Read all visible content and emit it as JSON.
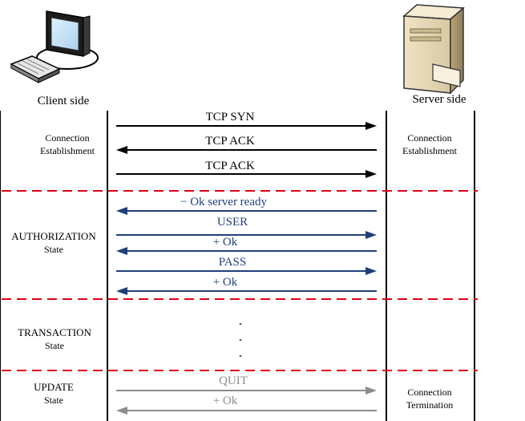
{
  "sides": {
    "client_label": "Client side",
    "server_label": "Server side"
  },
  "icons": {
    "client": "desktop-computer-icon",
    "server": "server-tower-icon"
  },
  "states": {
    "connection_client": {
      "line1": "Connection",
      "line2": "Establishment"
    },
    "connection_server": {
      "line1": "Connection",
      "line2": "Establishment"
    },
    "authorization": {
      "line1": "AUTHORIZATION",
      "line2": "State"
    },
    "transaction": {
      "line1": "TRANSACTION",
      "line2": "State"
    },
    "update": {
      "line1": "UPDATE",
      "line2": "State"
    },
    "termination": {
      "line1": "Connection",
      "line2": "Termination"
    }
  },
  "messages": [
    {
      "label": "TCP SYN",
      "direction": "to-server",
      "color": "#000000"
    },
    {
      "label": "TCP ACK",
      "direction": "to-client",
      "color": "#000000"
    },
    {
      "label": "TCP ACK",
      "direction": "to-server",
      "color": "#000000"
    },
    {
      "label": "− Ok server ready",
      "direction": "to-client",
      "color": "#1f3f7a"
    },
    {
      "label": "USER",
      "direction": "to-server",
      "color": "#1f3f7a"
    },
    {
      "label": "+ Ok",
      "direction": "to-client",
      "color": "#1f3f7a"
    },
    {
      "label": "PASS",
      "direction": "to-server",
      "color": "#1f3f7a"
    },
    {
      "label": "+ Ok",
      "direction": "to-client",
      "color": "#1f3f7a"
    },
    {
      "label": "QUIT",
      "direction": "to-server",
      "color": "#8c8c8c"
    },
    {
      "label": "+ Ok",
      "direction": "to-client",
      "color": "#8c8c8c"
    }
  ],
  "colors": {
    "separator": "#e0001b",
    "lifeline": "#000000"
  }
}
